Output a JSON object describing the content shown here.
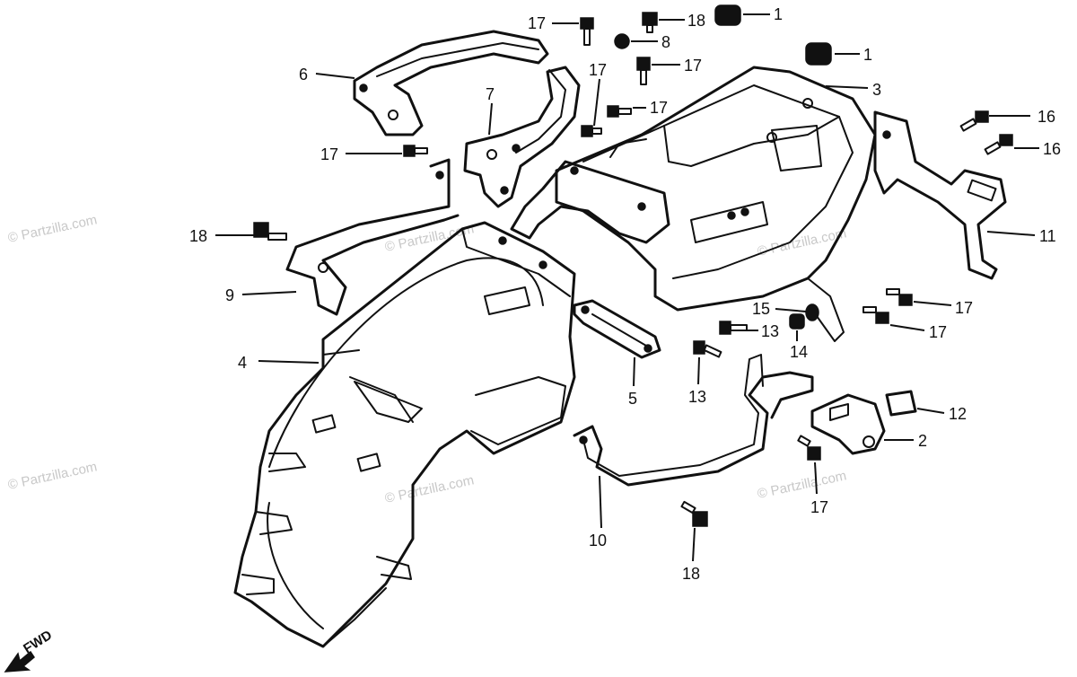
{
  "watermark": "© Partzilla.com",
  "direction_label": "FWD",
  "callouts": [
    {
      "id": "c-17-top",
      "label": "17",
      "part": "bolt-flange"
    },
    {
      "id": "c-18-top",
      "label": "18",
      "part": "bolt-flange"
    },
    {
      "id": "c-1-top",
      "label": "1",
      "part": "rubber-grommet"
    },
    {
      "id": "c-8",
      "label": "8",
      "part": "nut-washer"
    },
    {
      "id": "c-17-b",
      "label": "17",
      "part": "bolt-flange"
    },
    {
      "id": "c-1-b",
      "label": "1",
      "part": "rubber-grommet"
    },
    {
      "id": "c-3",
      "label": "3",
      "part": "rear-inner-fender-tray"
    },
    {
      "id": "c-6",
      "label": "6",
      "part": "grab-rail-left"
    },
    {
      "id": "c-7",
      "label": "7",
      "part": "grab-rail-right"
    },
    {
      "id": "c-17-c",
      "label": "17",
      "part": "bolt-flange"
    },
    {
      "id": "c-17-d",
      "label": "17",
      "part": "bolt-flange"
    },
    {
      "id": "c-16-a",
      "label": "16",
      "part": "bolt"
    },
    {
      "id": "c-16-b",
      "label": "16",
      "part": "bolt"
    },
    {
      "id": "c-17-e",
      "label": "17",
      "part": "bolt-flange"
    },
    {
      "id": "c-18-mid",
      "label": "18",
      "part": "bolt-flange"
    },
    {
      "id": "c-11",
      "label": "11",
      "part": "license-bracket"
    },
    {
      "id": "c-9",
      "label": "9",
      "part": "stay"
    },
    {
      "id": "c-15",
      "label": "15",
      "part": "collar"
    },
    {
      "id": "c-17-f",
      "label": "17",
      "part": "bolt-flange"
    },
    {
      "id": "c-17-g",
      "label": "17",
      "part": "bolt-flange"
    },
    {
      "id": "c-13-a",
      "label": "13",
      "part": "screw"
    },
    {
      "id": "c-14",
      "label": "14",
      "part": "nut"
    },
    {
      "id": "c-4",
      "label": "4",
      "part": "rear-fender"
    },
    {
      "id": "c-13-b",
      "label": "13",
      "part": "screw"
    },
    {
      "id": "c-5",
      "label": "5",
      "part": "fender-stay"
    },
    {
      "id": "c-12",
      "label": "12",
      "part": "label"
    },
    {
      "id": "c-2",
      "label": "2",
      "part": "relay-holder"
    },
    {
      "id": "c-17-h",
      "label": "17",
      "part": "bolt-flange"
    },
    {
      "id": "c-10",
      "label": "10",
      "part": "lower-stay"
    },
    {
      "id": "c-18-bot",
      "label": "18",
      "part": "bolt-flange"
    }
  ]
}
